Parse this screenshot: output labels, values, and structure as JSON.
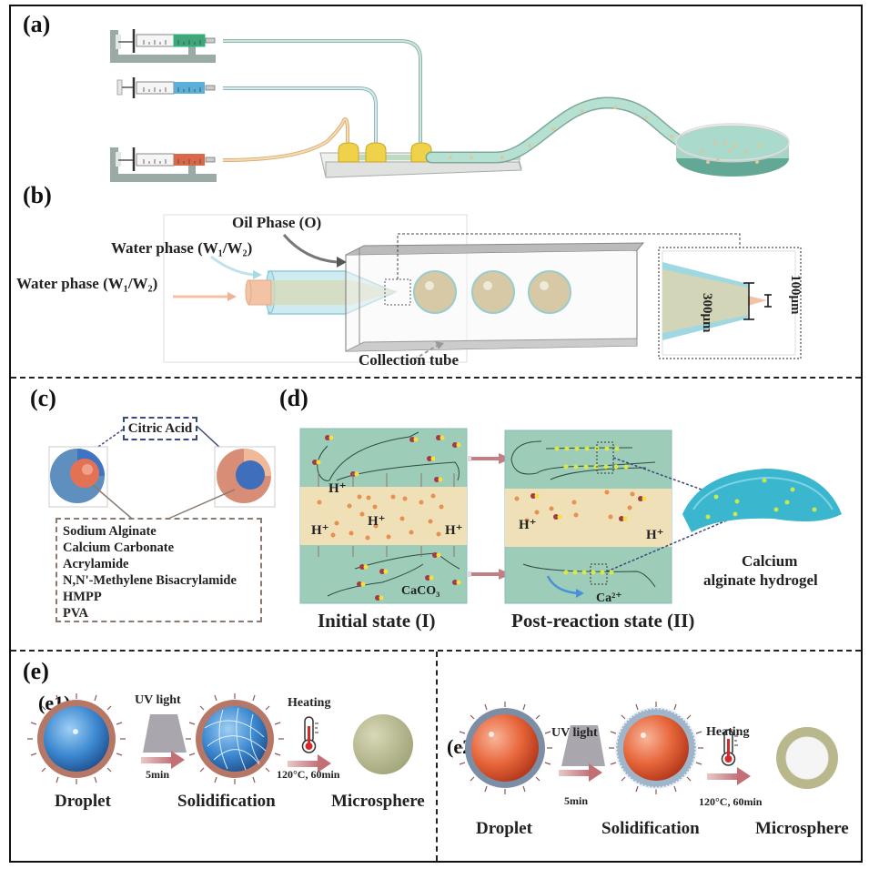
{
  "panels": {
    "a": {
      "label": "(a)"
    },
    "b": {
      "label": "(b)",
      "oil_phase": "Oil Phase (O)",
      "water_phase_outer": "Water phase (W₁/W₂)",
      "water_phase_inner": "Water phase (W₁/W₂)",
      "collection_tube": "Collection tube",
      "dim_outer": "300μm",
      "dim_inner": "100μm"
    },
    "c": {
      "label": "(c)",
      "citric_acid": "Citric Acid",
      "ingredients": [
        "Sodium Alginate",
        "Calcium Carbonate",
        "Acrylamide",
        "N,N'-Methylene Bisacrylamide",
        "HMPP",
        "PVA"
      ]
    },
    "d": {
      "label": "(d)",
      "h_plus": "H⁺",
      "caco3": "CaCO₃",
      "ca2plus": "Ca²⁺",
      "initial_state": "Initial state (I)",
      "post_state": "Post-reaction  state (II)",
      "hydrogel_line1": "Calcium",
      "hydrogel_line2": "alginate hydrogel"
    },
    "e": {
      "label": "(e)",
      "e1": {
        "label": "(e1)",
        "uv": "UV  light",
        "uv_time": "5min",
        "heating": "Heating",
        "heat_cond": "120°C, 60min",
        "droplet": "Droplet",
        "solidification": "Solidification",
        "microsphere": "Microsphere"
      },
      "e2": {
        "label": "(e2)",
        "uv": "UV  light",
        "uv_time": "5min",
        "heating": "Heating",
        "heat_cond": "120°C, 60min",
        "droplet": "Droplet",
        "solidification": "Solidification",
        "microsphere": "Microsphere"
      }
    }
  },
  "colors": {
    "green_fluid": "#3fa57a",
    "blue_fluid": "#5ab0d8",
    "orange_fluid": "#d9684a",
    "pump_gray": "#9aaaa5",
    "teal_tube": "#a9d8c9",
    "yellow_connector": "#f0d24a",
    "panel_green": "#9dcdb9",
    "panel_beige": "#efe0b8"
  }
}
